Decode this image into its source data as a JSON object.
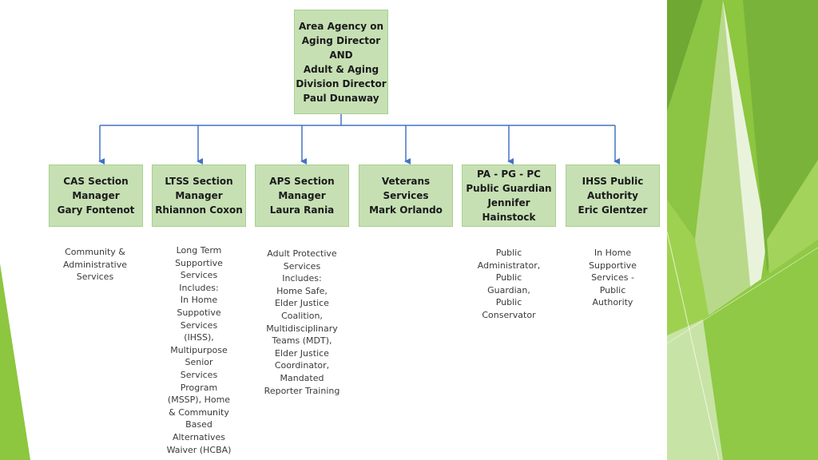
{
  "director": {
    "lines": [
      "Area Agency on",
      "Aging Director",
      "AND",
      "Adult & Aging",
      "Division Director",
      "Paul Dunaway"
    ]
  },
  "sections": [
    {
      "box": [
        "CAS Section",
        "Manager",
        "Gary Fontenot"
      ],
      "desc": [
        "Community &",
        "Administrative",
        "Services"
      ]
    },
    {
      "box": [
        "LTSS Section",
        "Manager",
        "Rhiannon Coxon"
      ],
      "desc": [
        "Long Term",
        "Supportive",
        "Services",
        "Includes:",
        "In Home",
        "Suppotive",
        "Services",
        "(IHSS),",
        "Multipurpose",
        "Senior",
        "Services",
        "Program",
        "(MSSP), Home",
        "& Community",
        "Based",
        "Alternatives",
        "Waiver (HCBA)"
      ]
    },
    {
      "box": [
        "APS Section",
        "Manager",
        "Laura Rania"
      ],
      "desc": [
        "Adult Protective",
        "Services",
        "Includes:",
        "Home Safe,",
        "Elder Justice",
        "Coalition,",
        "Multidisciplinary",
        "Teams (MDT),",
        "Elder Justice",
        "Coordinator,",
        "Mandated",
        "Reporter Training"
      ]
    },
    {
      "box": [
        "Veterans",
        "Services",
        "Mark Orlando"
      ],
      "desc": []
    },
    {
      "box": [
        "PA - PG - PC",
        "Public Guardian",
        "Jennifer",
        "Hainstock"
      ],
      "desc": [
        "Public",
        "Administrator,",
        "Public",
        "Guardian,",
        "Public",
        "Conservator"
      ]
    },
    {
      "box": [
        "IHSS Public",
        "Authority",
        "Eric Glentzer"
      ],
      "desc": [
        "In Home",
        "Supportive",
        "Services -",
        "Public",
        "Authority"
      ]
    }
  ],
  "colors": {
    "box_fill": "#c6e0b4",
    "connector": "#4472c4",
    "accent_green": "#8dc63f",
    "accent_dark_green": "#5a9a2f"
  }
}
